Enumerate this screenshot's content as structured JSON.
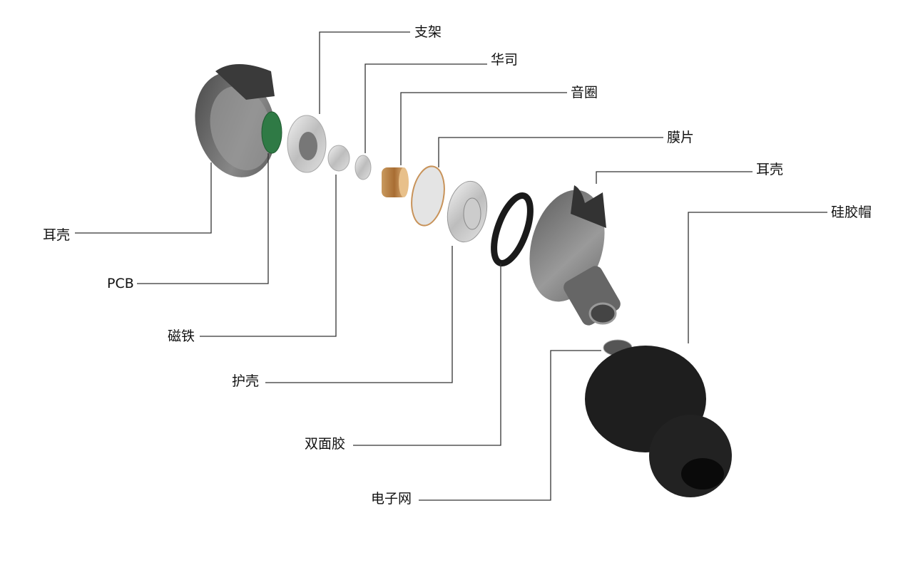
{
  "labels": {
    "bracket": "支架",
    "washer": "华司",
    "voice_coil": "音圈",
    "diaphragm": "膜片",
    "shell_right": "耳壳",
    "ear_tip": "硅胶帽",
    "shell_left": "耳壳",
    "pcb": "PCB",
    "magnet": "磁铁",
    "cover": "护壳",
    "adhesive": "双面胶",
    "mesh": "电子网"
  }
}
